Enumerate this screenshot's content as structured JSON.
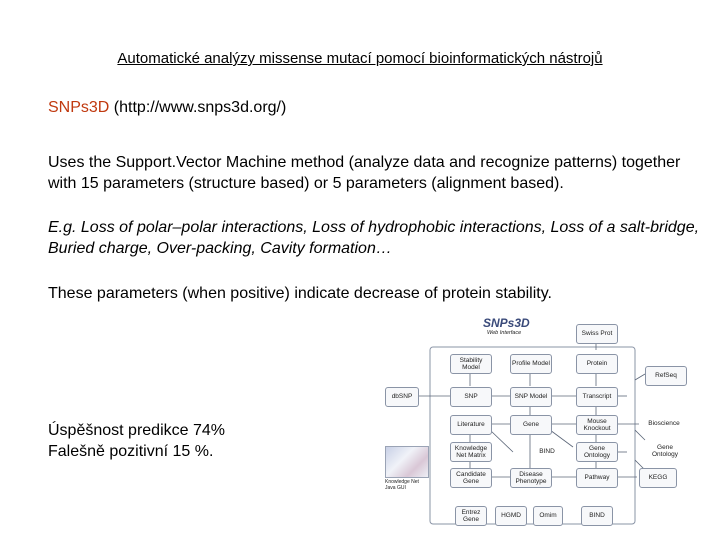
{
  "title": "Automatické analýzy missense mutací pomocí bioinformatických nástrojů",
  "snps3d": {
    "name": "SNPs3D",
    "url": " (http://www.snps3d.org/)"
  },
  "paragraph1": "Uses the Support.Vector Machine method (analyze data and recognize patterns) together with 15 parameters (structure based) or 5 parameters (alignment based).",
  "paragraph2": "E.g. Loss of polar–polar interactions, Loss of hydrophobic interactions, Loss of a salt-bridge, Buried charge, Over-packing, Cavity formation…",
  "paragraph3": "These parameters (when positive) indicate decrease of protein stability.",
  "stats": {
    "line1": "Úspěšnost predikce 74%",
    "line2": "Falešně pozitivní 15 %."
  },
  "diagram": {
    "logo": "SNPs3D",
    "subtitle": "Web Interface",
    "thumb_caption": "Knowledge Net Java GUI",
    "boxes": {
      "stability": "Stability Model",
      "profile": "Profile Model",
      "protein": "Protein",
      "swiss": "Swiss Prot",
      "refseq": "RefSeq",
      "dbsnp": "dbSNP",
      "snp": "SNP",
      "snp_model": "SNP Model",
      "transcript": "Transcript",
      "literature": "Literature",
      "gene": "Gene",
      "mouse": "Mouse Knockout",
      "bioscience": "Bioscience",
      "knowledge": "Knowledge Net Matrix",
      "bind_mid": "BIND",
      "gene_ontology_in": "Gene Ontology",
      "gene_ontology_out": "Gene Ontology",
      "candidate": "Candidate Gene",
      "disease": "Disease Phenotype",
      "pathway": "Pathway",
      "kegg": "KEGG",
      "entrez": "Entrez Gene",
      "hgmd": "HGMD",
      "omim": "Omim",
      "bind_bottom": "BIND"
    }
  }
}
